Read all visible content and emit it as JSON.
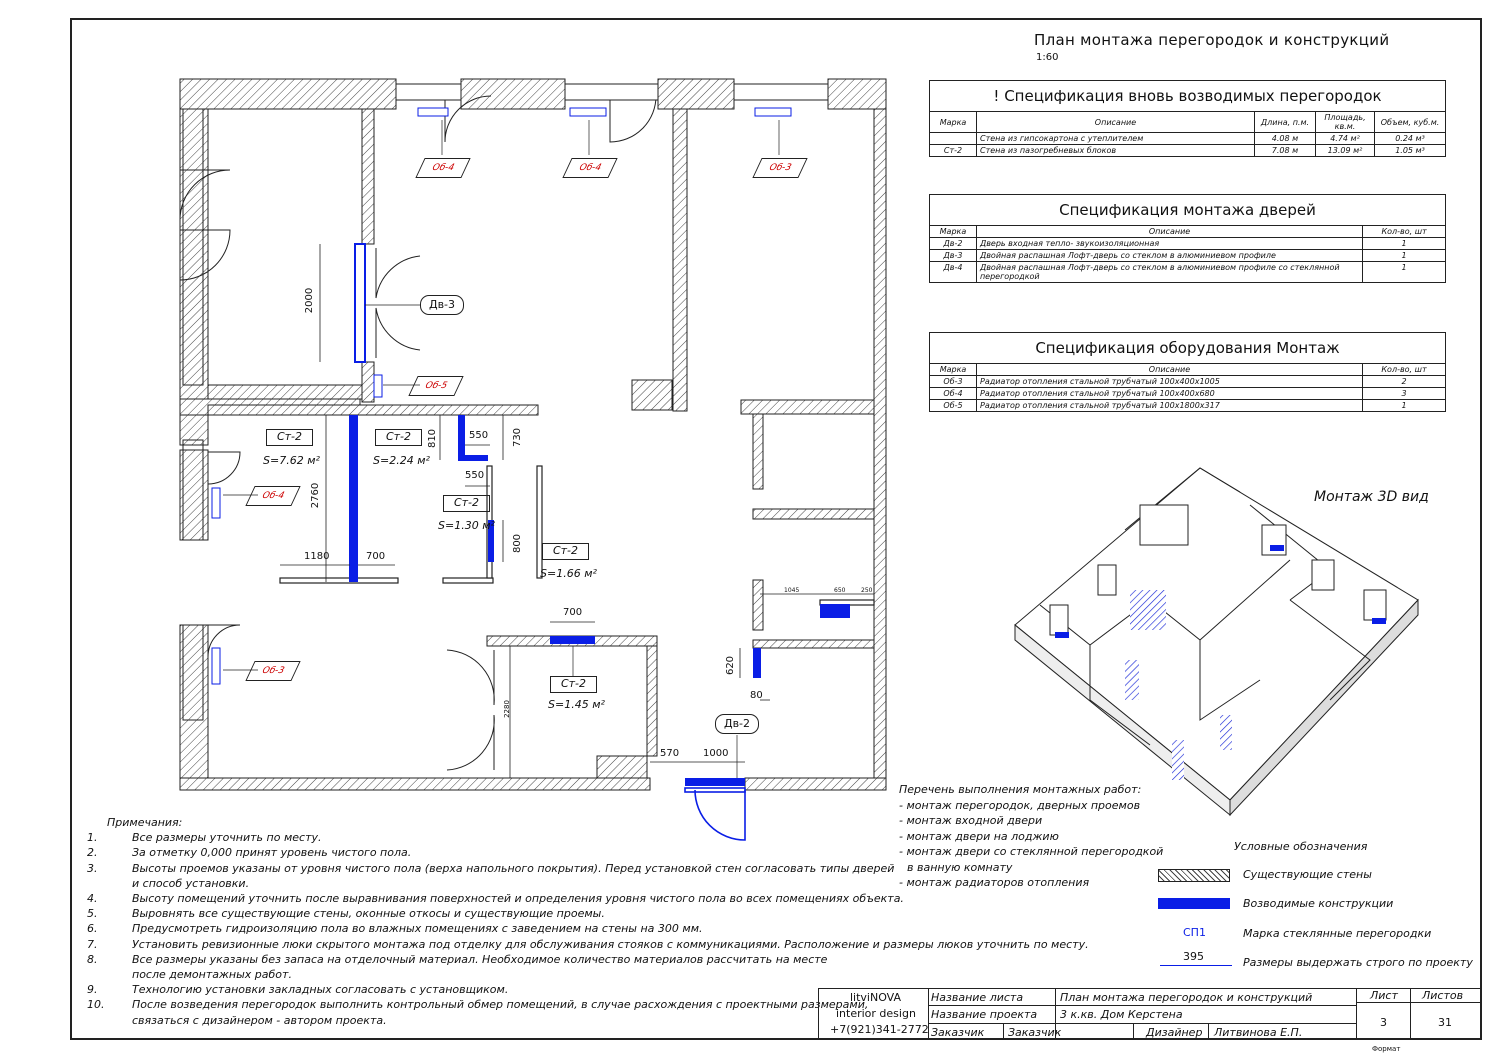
{
  "sheet": {
    "title": "План монтажа перегородок и конструкций",
    "scale": "1:60",
    "edge_label": "Формат"
  },
  "partitions_spec": {
    "caption": "! Спецификация вновь возводимых перегородок",
    "headers": [
      "Марка",
      "Описание",
      "Длина, п.м.",
      "Площадь, кв.м.",
      "Объем, куб.м."
    ],
    "rows": [
      [
        "",
        "Стена из гипсокартона с утеплителем",
        "4.08 м",
        "4.74 м²",
        "0.24 м³"
      ],
      [
        "Ст-2",
        "Стена из пазогребневых блоков",
        "7.08 м",
        "13.09 м²",
        "1.05 м³"
      ]
    ]
  },
  "doors_spec": {
    "caption": "Спецификация монтажа дверей",
    "headers": [
      "Марка",
      "Описание",
      "Кол-во, шт"
    ],
    "rows": [
      [
        "Дв-2",
        "Дверь входная тепло- звукоизоляционная",
        "1"
      ],
      [
        "Дв-3",
        "Двойная распашная Лофт-дверь со стеклом в алюминиевом профиле",
        "1"
      ],
      [
        "Дв-4",
        "Двойная распашная Лофт-дверь со стеклом в алюминиевом профиле со стеклянной перегородкой",
        "1"
      ]
    ]
  },
  "equipment_spec": {
    "caption": "Спецификация оборудования Монтаж",
    "headers": [
      "Марка",
      "Описание",
      "Кол-во, шт"
    ],
    "rows": [
      [
        "Об-3",
        "Радиатор отопления стальной трубчатый 100х400х1005",
        "2"
      ],
      [
        "Об-4",
        "Радиатор отопления стальной трубчатый 100х400х680",
        "3"
      ],
      [
        "Об-5",
        "Радиатор отопления стальной трубчатый 100х1800х317",
        "1"
      ]
    ]
  },
  "view3d": {
    "title": "Монтаж 3D вид"
  },
  "plan": {
    "labels": {
      "st2": "Ст-2",
      "s1": "S=7.62 м²",
      "s2": "S=2.24 м²",
      "s3": "S=1.30 м²",
      "s4": "S=1.66 м²",
      "s5": "S=1.45 м²",
      "dv3": "Дв-3",
      "dv2": "Дв-2",
      "ob4": "Об-4",
      "ob3": "Об-3",
      "ob5": "Об-5"
    },
    "dims": {
      "d2000": "2000",
      "d2760": "2760",
      "d1180": "1180",
      "d700a": "700",
      "d810": "810",
      "d550a": "550",
      "d730": "730",
      "d550b": "550",
      "d800": "800",
      "d700b": "700",
      "d2280": "2280",
      "d570": "570",
      "d1000": "1000",
      "d620": "620",
      "d80": "80",
      "d1045": "1045",
      "d650": "650",
      "d250": "250"
    }
  },
  "works": {
    "title": "Перечень выполнения монтажных работ:",
    "items": [
      "- монтаж перегородок, дверных проемов",
      "- монтаж входной двери",
      "- монтаж двери на лоджию",
      "- монтаж двери со стеклянной перегородкой",
      "  в ванную комнату",
      "- монтаж радиаторов отопления"
    ]
  },
  "notes": {
    "title": "Примечания:",
    "items": [
      {
        "n": "1.",
        "lines": [
          "Все размеры уточнить по месту."
        ]
      },
      {
        "n": "2.",
        "lines": [
          "За отметку 0,000 принят уровень чистого пола."
        ]
      },
      {
        "n": "3.",
        "lines": [
          "Высоты проемов указаны от уровня чистого пола (верха напольного покрытия). Перед установкой стен согласовать типы дверей",
          " и способ установки."
        ]
      },
      {
        "n": "4.",
        "lines": [
          "Высоту помещений уточнить после выравнивания поверхностей и определения уровня чистого пола во всех помещениях объекта."
        ]
      },
      {
        "n": "5.",
        "lines": [
          "Выровнять все существующие стены, оконные откосы и существующие проемы."
        ]
      },
      {
        "n": "6.",
        "lines": [
          "Предусмотреть гидроизоляцию пола во влажных помещениях с заведением на стены на 300 мм."
        ]
      },
      {
        "n": "7.",
        "lines": [
          "Установить ревизионные люки скрытого монтажа под отделку для обслуживания стояков с коммуникациями. Расположение и размеры люков уточнить по месту."
        ]
      },
      {
        "n": "8.",
        "lines": [
          "Все размеры указаны без запаса на отделочный материал. Необходимое количество материалов рассчитать на месте",
          "после демонтажных работ."
        ]
      },
      {
        "n": "9.",
        "lines": [
          "Технологию установки закладных согласовать с установщиком."
        ]
      },
      {
        "n": "10.",
        "lines": [
          "После возведения перегородок выполнить контрольный обмер помещений, в случае расхождения с проектными размерами,",
          "связаться с дизайнером - автором проекта."
        ]
      }
    ]
  },
  "legend": {
    "title": "Условные обозначения",
    "existing": "Существующие стены",
    "new": "Возводимые конструкции",
    "glass_mark": "СП1",
    "glass_label": "Марка стеклянные перегородки",
    "dim_value": "395",
    "dim_label": "Размеры выдержать строго по проекту"
  },
  "stamp": {
    "company": "litviNOVA",
    "company2": "interior design",
    "phone": "+7(921)341-2772",
    "sheet_name_label": "Название листа",
    "sheet_name": "План монтажа перегородок и конструкций",
    "project_label": "Название проекта",
    "project": "3 к.кв. Дом Керстена",
    "client_label": "Заказчик",
    "client": "Заказчик",
    "designer_label": "Дизайнер",
    "designer": "Литвинова Е.П.",
    "sheet_label": "Лист",
    "sheet_no": "3",
    "sheets_label": "Листов",
    "sheets_total": "31"
  },
  "colors": {
    "new_wall": "#0a1ee6",
    "mark_red": "#cc0000",
    "ink": "#222222"
  }
}
